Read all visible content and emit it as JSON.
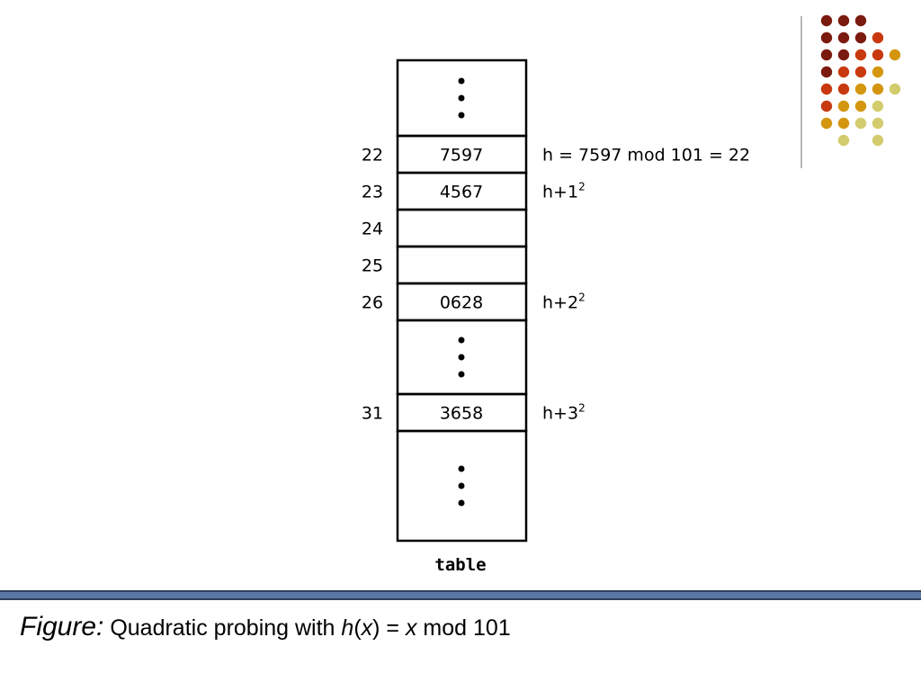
{
  "diagram": {
    "table_label": "table",
    "rows": [
      {
        "index": "",
        "value": "",
        "note": "",
        "note_exp": "",
        "ellipsis": true
      },
      {
        "index": "22",
        "value": "7597",
        "note": "h = 7597 mod 101 = 22",
        "note_exp": "",
        "ellipsis": false
      },
      {
        "index": "23",
        "value": "4567",
        "note": "h+1",
        "note_exp": "2",
        "ellipsis": false
      },
      {
        "index": "24",
        "value": "",
        "note": "",
        "note_exp": "",
        "ellipsis": false
      },
      {
        "index": "25",
        "value": "",
        "note": "",
        "note_exp": "",
        "ellipsis": false
      },
      {
        "index": "26",
        "value": "0628",
        "note": "h+2",
        "note_exp": "2",
        "ellipsis": false
      },
      {
        "index": "",
        "value": "",
        "note": "",
        "note_exp": "",
        "ellipsis": true
      },
      {
        "index": "31",
        "value": "3658",
        "note": "h+3",
        "note_exp": "2",
        "ellipsis": false
      },
      {
        "index": "",
        "value": "",
        "note": "",
        "note_exp": "",
        "ellipsis": true
      }
    ]
  },
  "caption": {
    "figure_label": "Figure:",
    "text_1": "Quadratic probing with ",
    "h": "h",
    "paren_open": "(",
    "x1": "x",
    "text_2": ") = ",
    "x2": "x",
    "text_3": " mod 101"
  },
  "decoration": {
    "dot_colors": [
      "#7b1a0e",
      "#c8390f",
      "#d4960f",
      "#d2cc6e"
    ],
    "dot_grid": [
      [
        0,
        0,
        0
      ],
      [
        0,
        0,
        0,
        1
      ],
      [
        0,
        0,
        1,
        1,
        2
      ],
      [
        0,
        1,
        1,
        2
      ],
      [
        1,
        1,
        2,
        2,
        3
      ],
      [
        1,
        2,
        2,
        3
      ],
      [
        2,
        2,
        3,
        3
      ],
      [
        null,
        3,
        null,
        3
      ]
    ],
    "banner_color": "#5a77a6"
  }
}
